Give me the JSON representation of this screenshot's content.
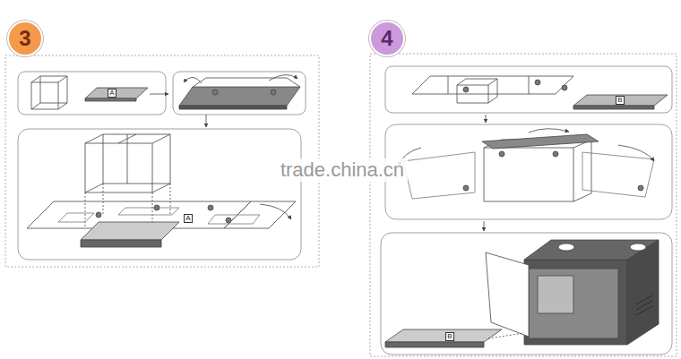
{
  "diagram": {
    "nodes": [
      {
        "text": [
          "3"
        ]
      },
      {
        "text": [
          "4"
        ]
      }
    ],
    "labels": [
      "A",
      "A",
      "B",
      "B",
      "trade.china.cn"
    ]
  }
}
